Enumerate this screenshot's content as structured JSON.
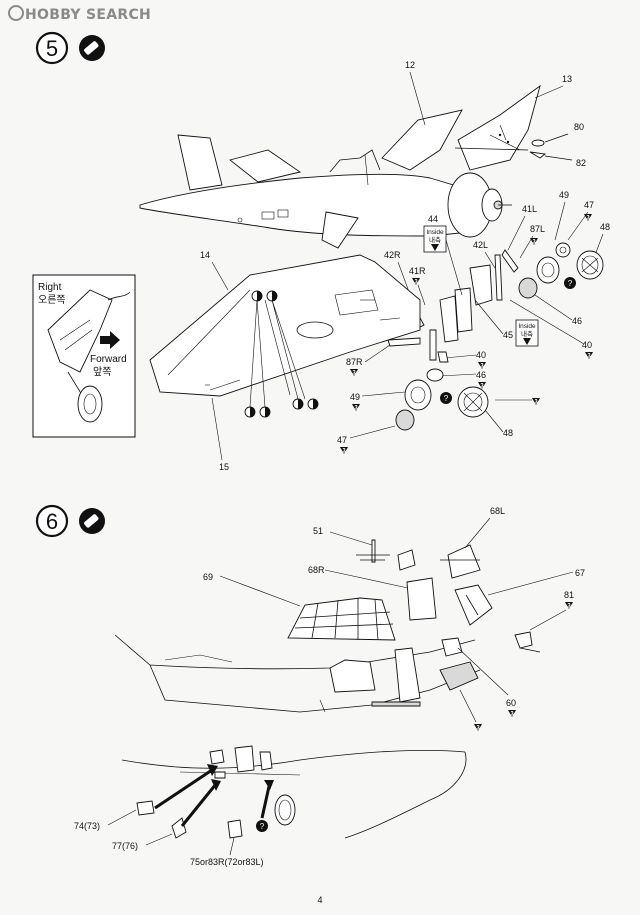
{
  "watermark": {
    "text": "HOBBY SEARCH"
  },
  "page_number": "4",
  "step5": {
    "number": "5",
    "labels": {
      "p12": "12",
      "p13": "13",
      "p80": "80",
      "p82": "82",
      "p49a": "49",
      "p47a": "47",
      "p48a": "48",
      "p41L": "41L",
      "p87L": "87L",
      "p44": "44",
      "p42L": "42L",
      "p42R": "42R",
      "p41R": "41R",
      "p14": "14",
      "p15": "15",
      "p87R": "87R",
      "p40a": "40",
      "p46a": "46",
      "p46b": "46",
      "p45": "45",
      "p40b": "40",
      "p49b": "49",
      "p47b": "47",
      "p48b": "48"
    },
    "inside_note": {
      "en": "Inside",
      "ko": "내측"
    },
    "inset": {
      "right_en": "Right",
      "right_ko": "오른쪽",
      "forward_en": "Forward",
      "forward_ko": "앞쪽"
    },
    "paint_markers": [
      "3",
      "3",
      "3",
      "3",
      "3",
      "3",
      "3",
      "3",
      "3",
      "3"
    ]
  },
  "step6": {
    "number": "6",
    "labels": {
      "p51": "51",
      "p68L": "68L",
      "p68R": "68R",
      "p69": "69",
      "p67": "67",
      "p81": "81",
      "p60": "60",
      "p74": "74(73)",
      "p77": "77(76)",
      "p75": "75or83R(72or83L)"
    },
    "paint_markers": [
      "3",
      "3",
      "3"
    ]
  },
  "icons": [
    "step-circle-icon",
    "cement-tube-icon",
    "question-mark-icon",
    "arrow-right-icon"
  ]
}
